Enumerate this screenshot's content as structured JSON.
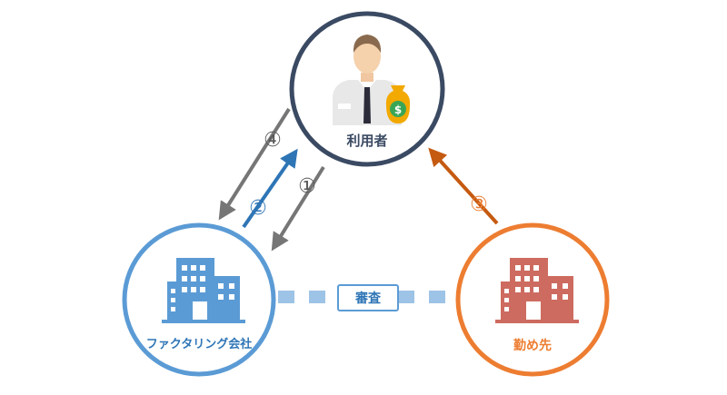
{
  "nodes": {
    "user": {
      "label": "利用者",
      "icon": "businessman-with-money-bag-icon"
    },
    "factoring": {
      "label": "ファクタリング会社",
      "icon": "office-building-icon"
    },
    "employer": {
      "label": "勤め先",
      "icon": "office-building-icon"
    }
  },
  "link": {
    "label": "審査"
  },
  "steps": {
    "s1": "①",
    "s2": "②",
    "s3": "③",
    "s4": "④"
  },
  "colors": {
    "user": "#3b4a63",
    "factoring": "#5b9bd5",
    "factoring_text": "#2e75b6",
    "employer": "#ed7d31",
    "employer_building": "#cd6b60",
    "gray_arrow": "#767676",
    "blue_arrow": "#2e75b6",
    "orange_arrow": "#c55a11",
    "link_dash": "#9dc3e6"
  }
}
